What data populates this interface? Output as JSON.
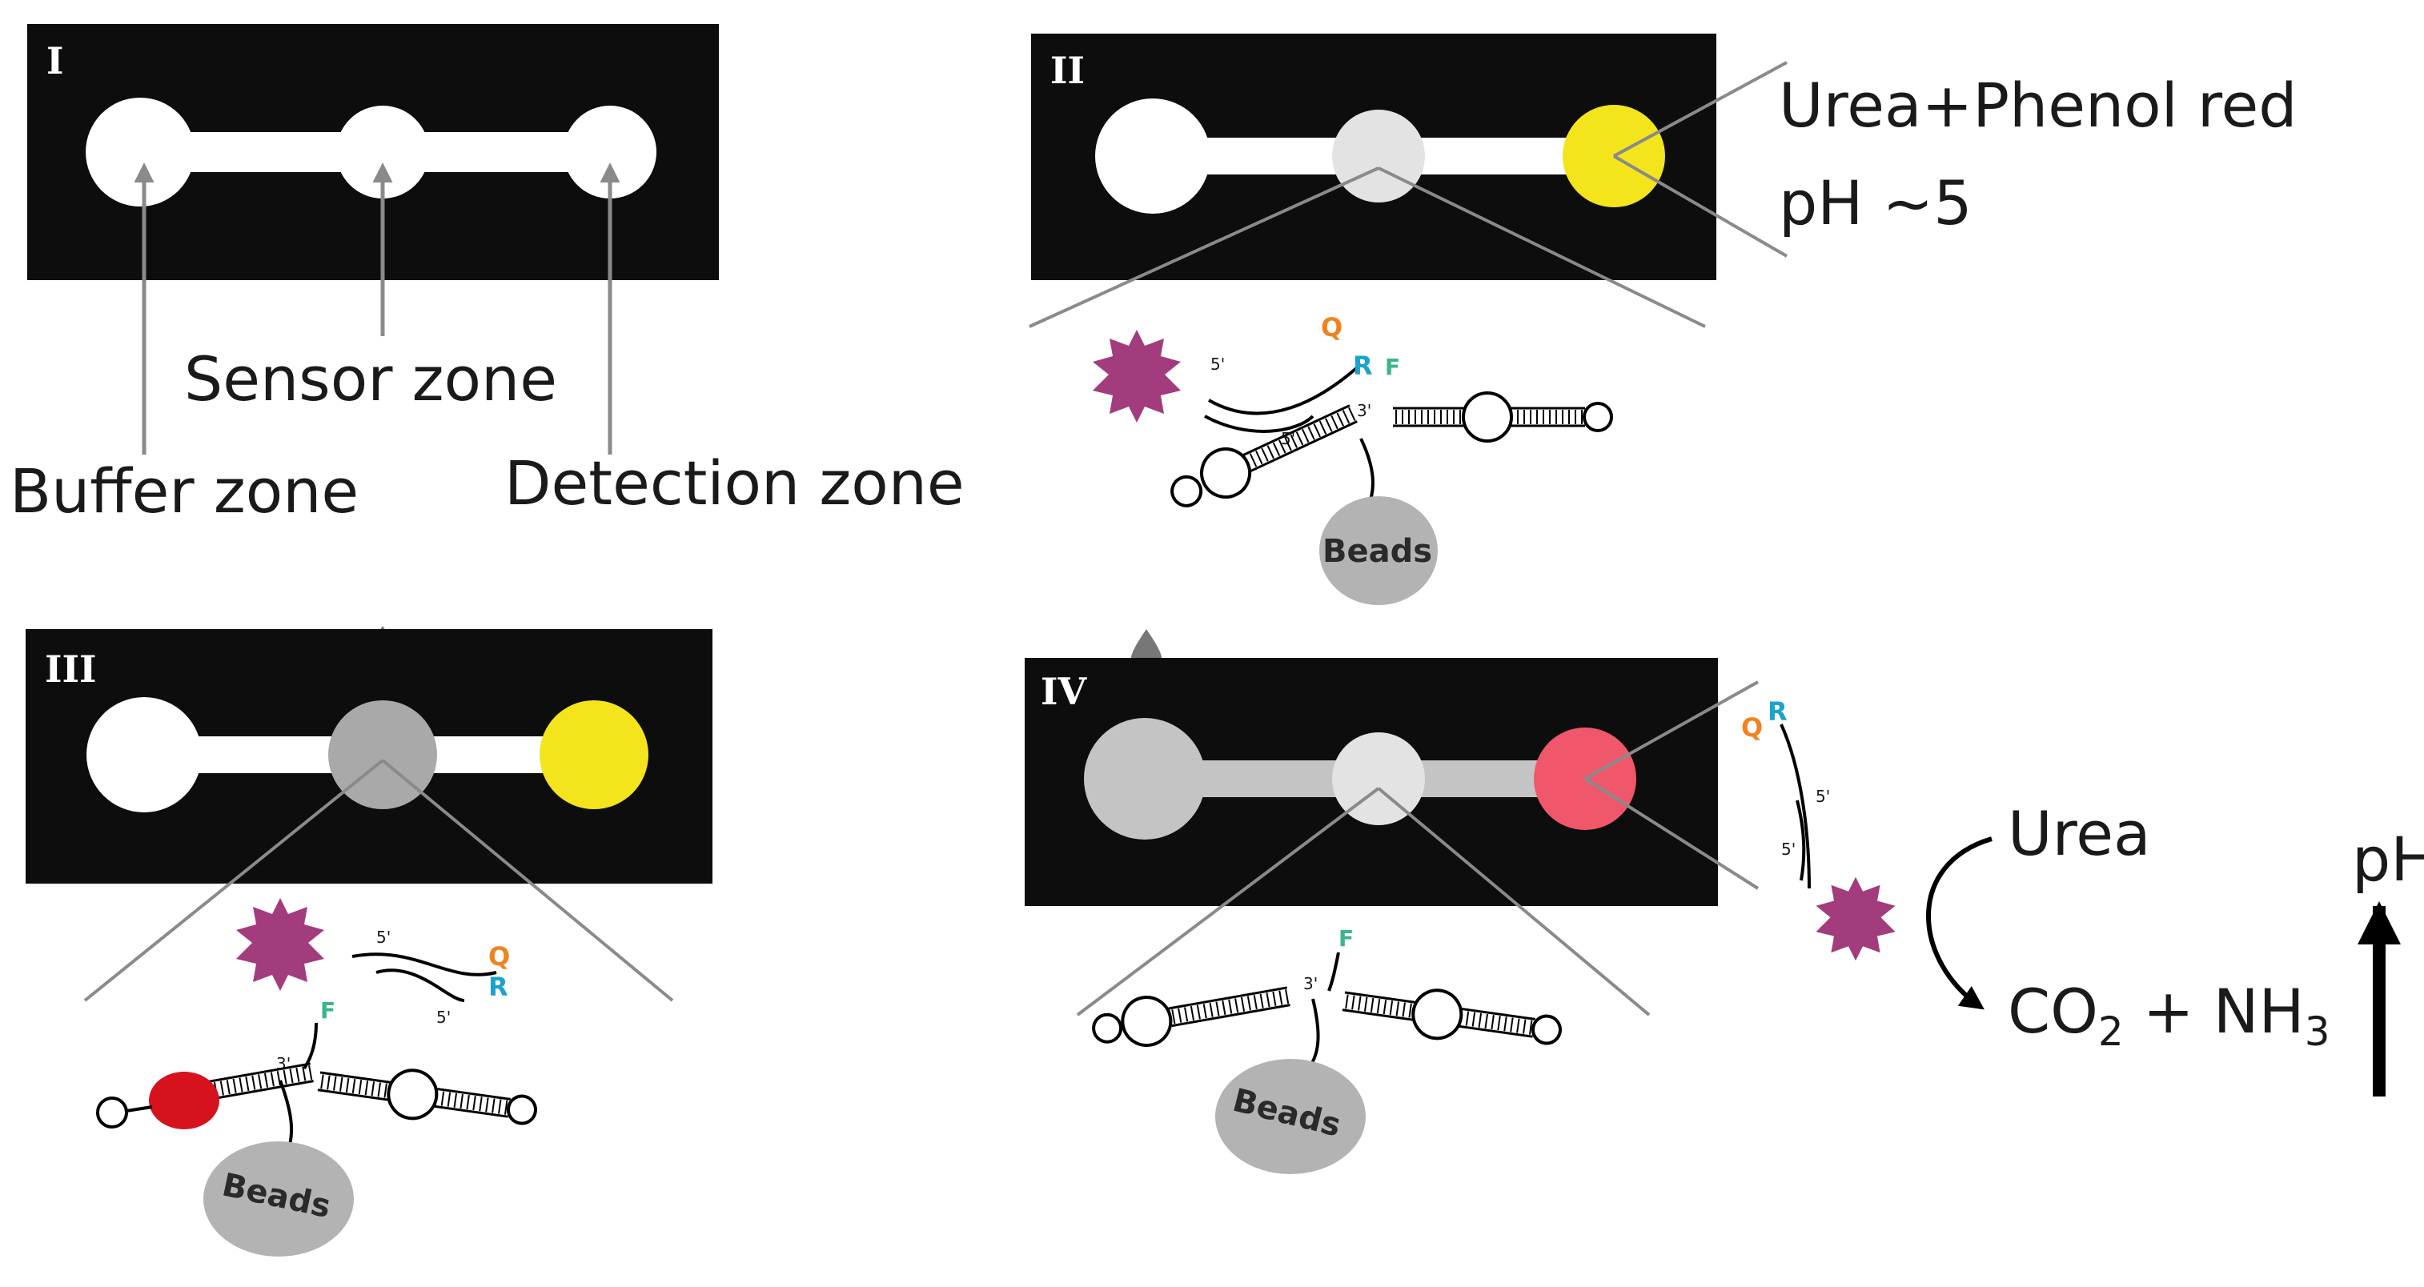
{
  "panels": {
    "p1": {
      "numeral": "I",
      "labels": {
        "sensor": "Sensor zone",
        "buffer": "Buffer zone",
        "detection": "Detection zone"
      }
    },
    "p2": {
      "numeral": "II",
      "reagent": "Urea+Phenol red",
      "ph": "pH ~5",
      "beads": "Beads"
    },
    "p3": {
      "numeral": "III",
      "beads": "Beads"
    },
    "p4": {
      "numeral": "IV",
      "beads": "Beads",
      "reaction": {
        "reactant": "Urea",
        "product_co2_base": "CO",
        "product_co2_sub": "2",
        "product_plus": " + NH",
        "product_nh3_sub": "3"
      },
      "ph_label": "pH"
    }
  },
  "strand_marks": {
    "five_prime": "5'",
    "three_prime": "3'",
    "q": "Q",
    "r": "R",
    "f": "F"
  },
  "colors": {
    "chip_bg": "#0d0d0d",
    "channel": "#ffffff",
    "wetted": "#c4c4c4",
    "sensor_wet": "#a9a9a9",
    "detect_yellow": "#f4e41c",
    "detect_pink": "#f0576b",
    "enzyme": "#a23c7d",
    "bead": "#b3b3b3",
    "lock_red": "#d6121c",
    "quencher": "#f08320",
    "reporter": "#1ba3cf",
    "fluor": "#3ab58f"
  }
}
